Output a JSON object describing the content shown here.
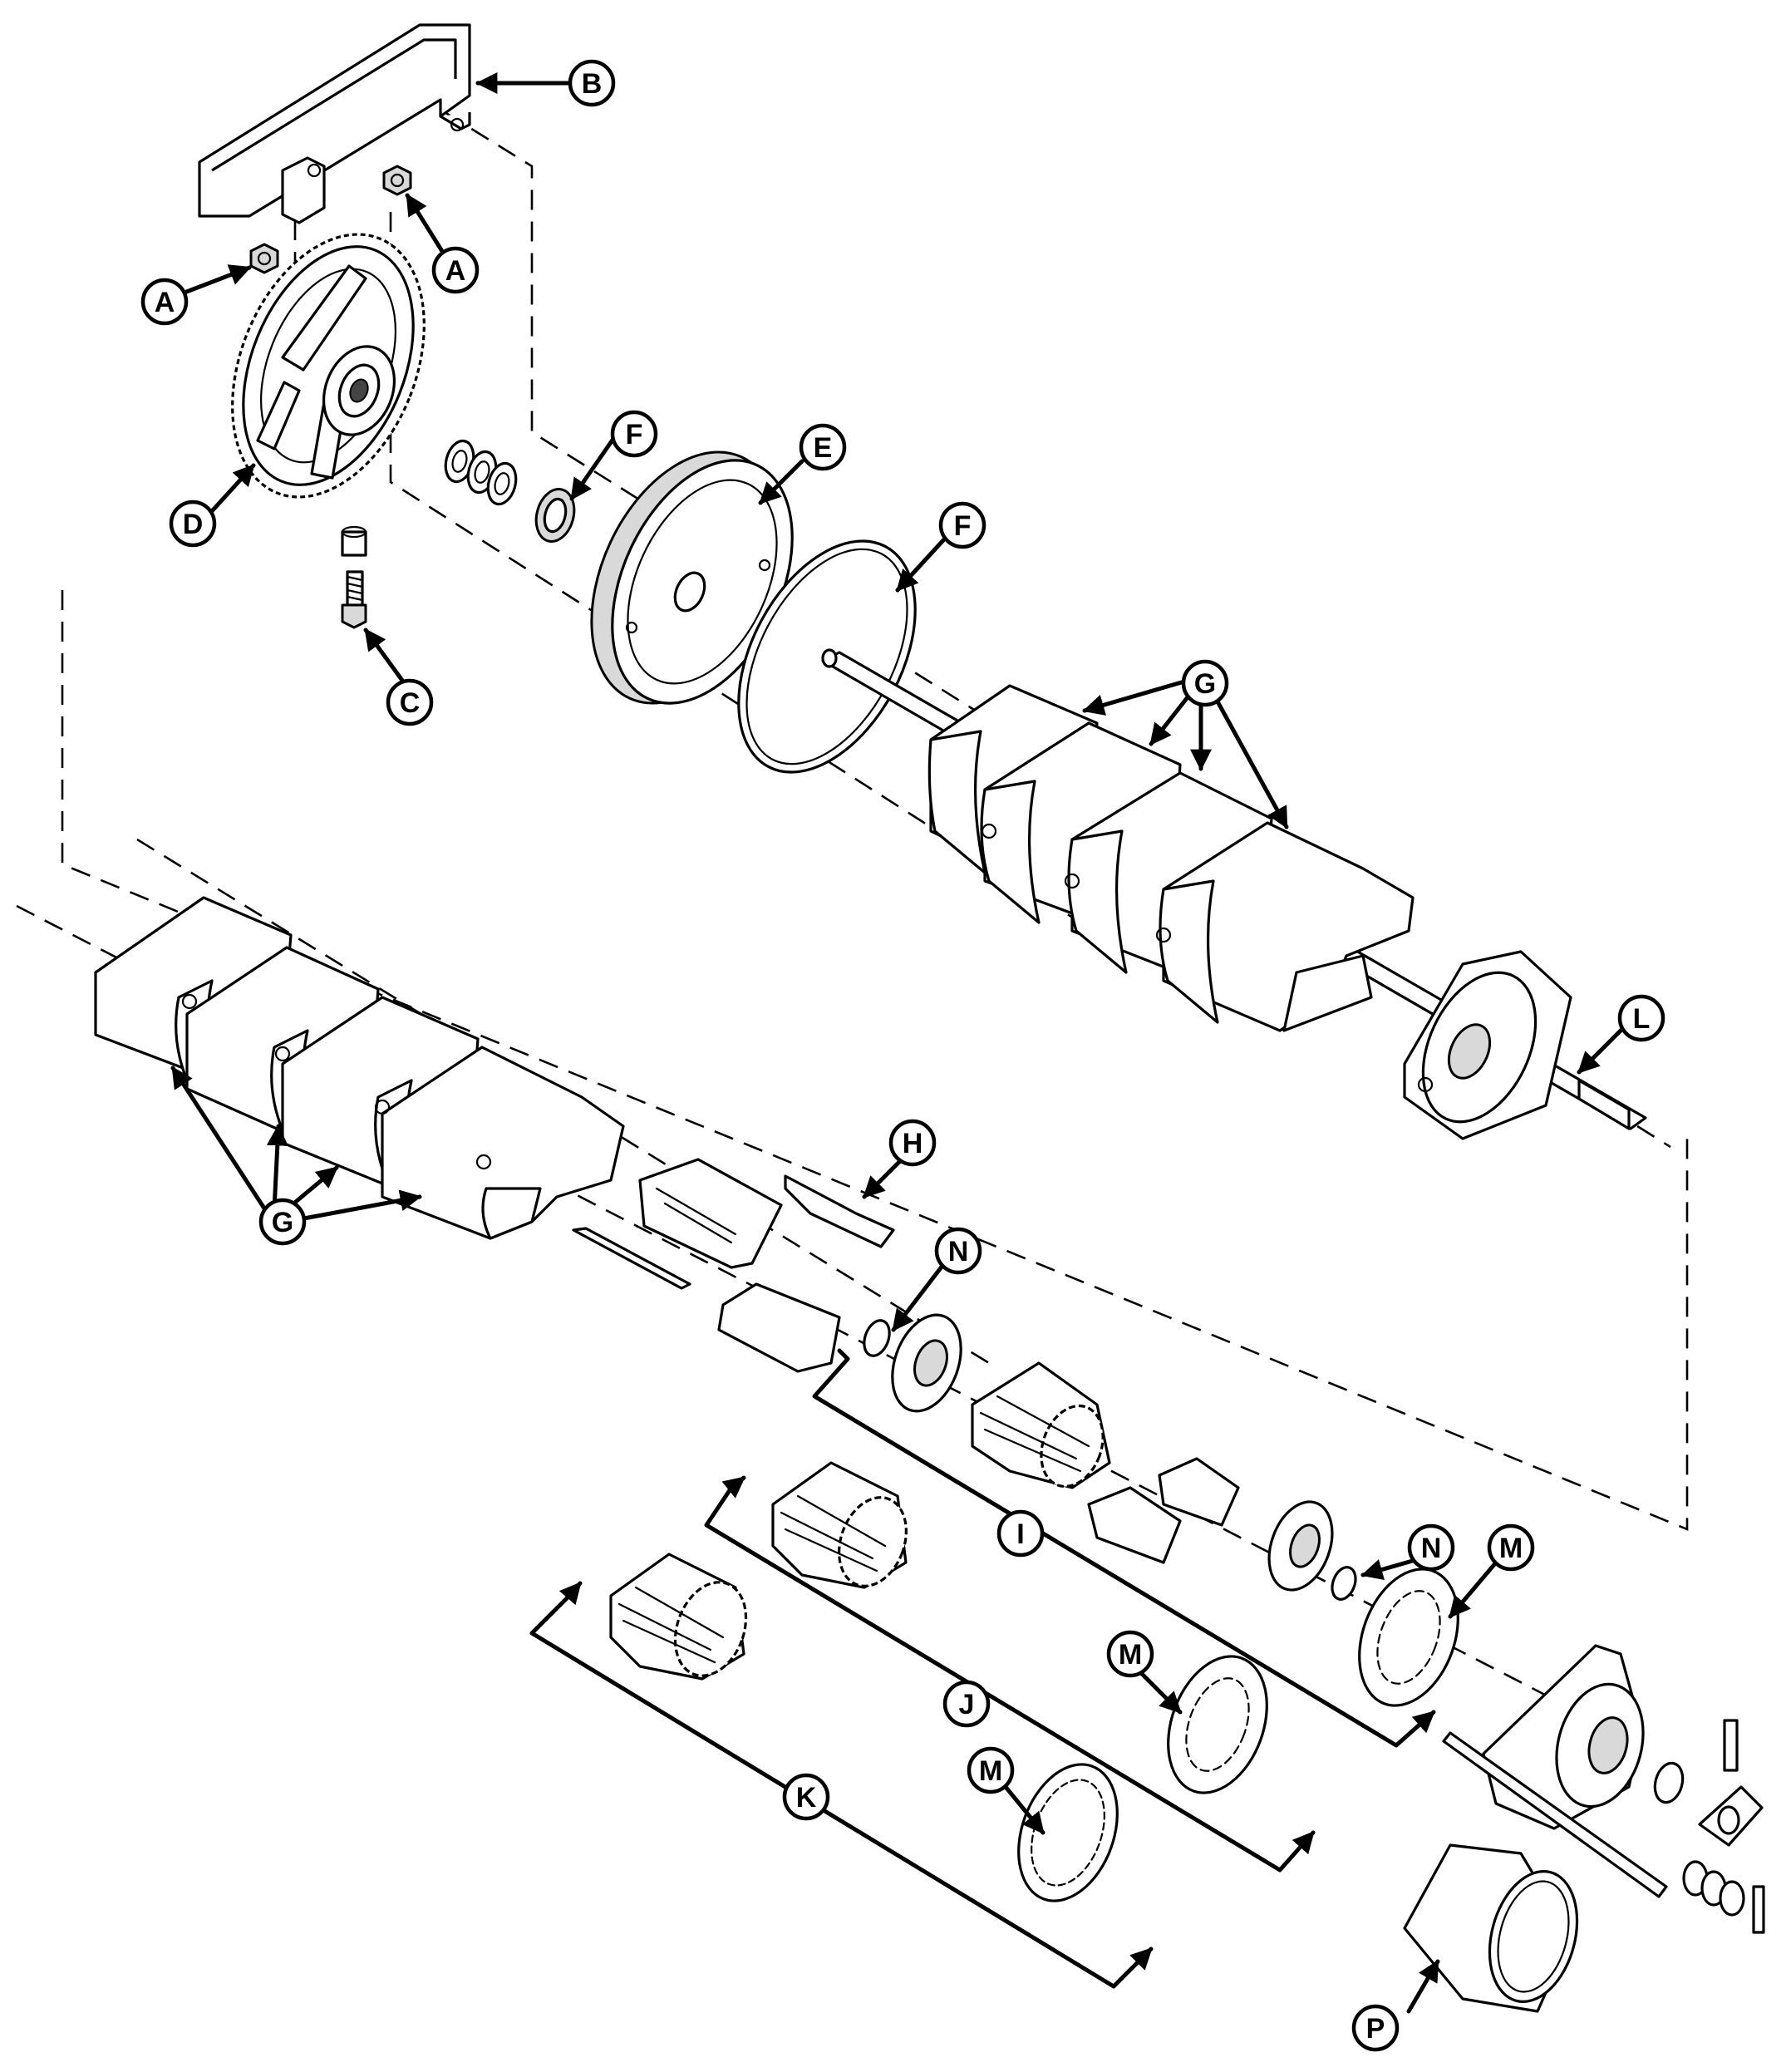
{
  "callouts": [
    {
      "id": "A1",
      "label": "A"
    },
    {
      "id": "A2",
      "label": "A"
    },
    {
      "id": "B",
      "label": "B"
    },
    {
      "id": "C",
      "label": "C"
    },
    {
      "id": "D",
      "label": "D"
    },
    {
      "id": "E",
      "label": "E"
    },
    {
      "id": "F1",
      "label": "F"
    },
    {
      "id": "F2",
      "label": "F"
    },
    {
      "id": "G1",
      "label": "G"
    },
    {
      "id": "G2",
      "label": "G"
    },
    {
      "id": "H",
      "label": "H"
    },
    {
      "id": "I",
      "label": "I"
    },
    {
      "id": "J",
      "label": "J"
    },
    {
      "id": "K",
      "label": "K"
    },
    {
      "id": "L",
      "label": "L"
    },
    {
      "id": "M1",
      "label": "M"
    },
    {
      "id": "M2",
      "label": "M"
    },
    {
      "id": "M3",
      "label": "M"
    },
    {
      "id": "N1",
      "label": "N"
    },
    {
      "id": "N2",
      "label": "N"
    },
    {
      "id": "P",
      "label": "P"
    }
  ]
}
